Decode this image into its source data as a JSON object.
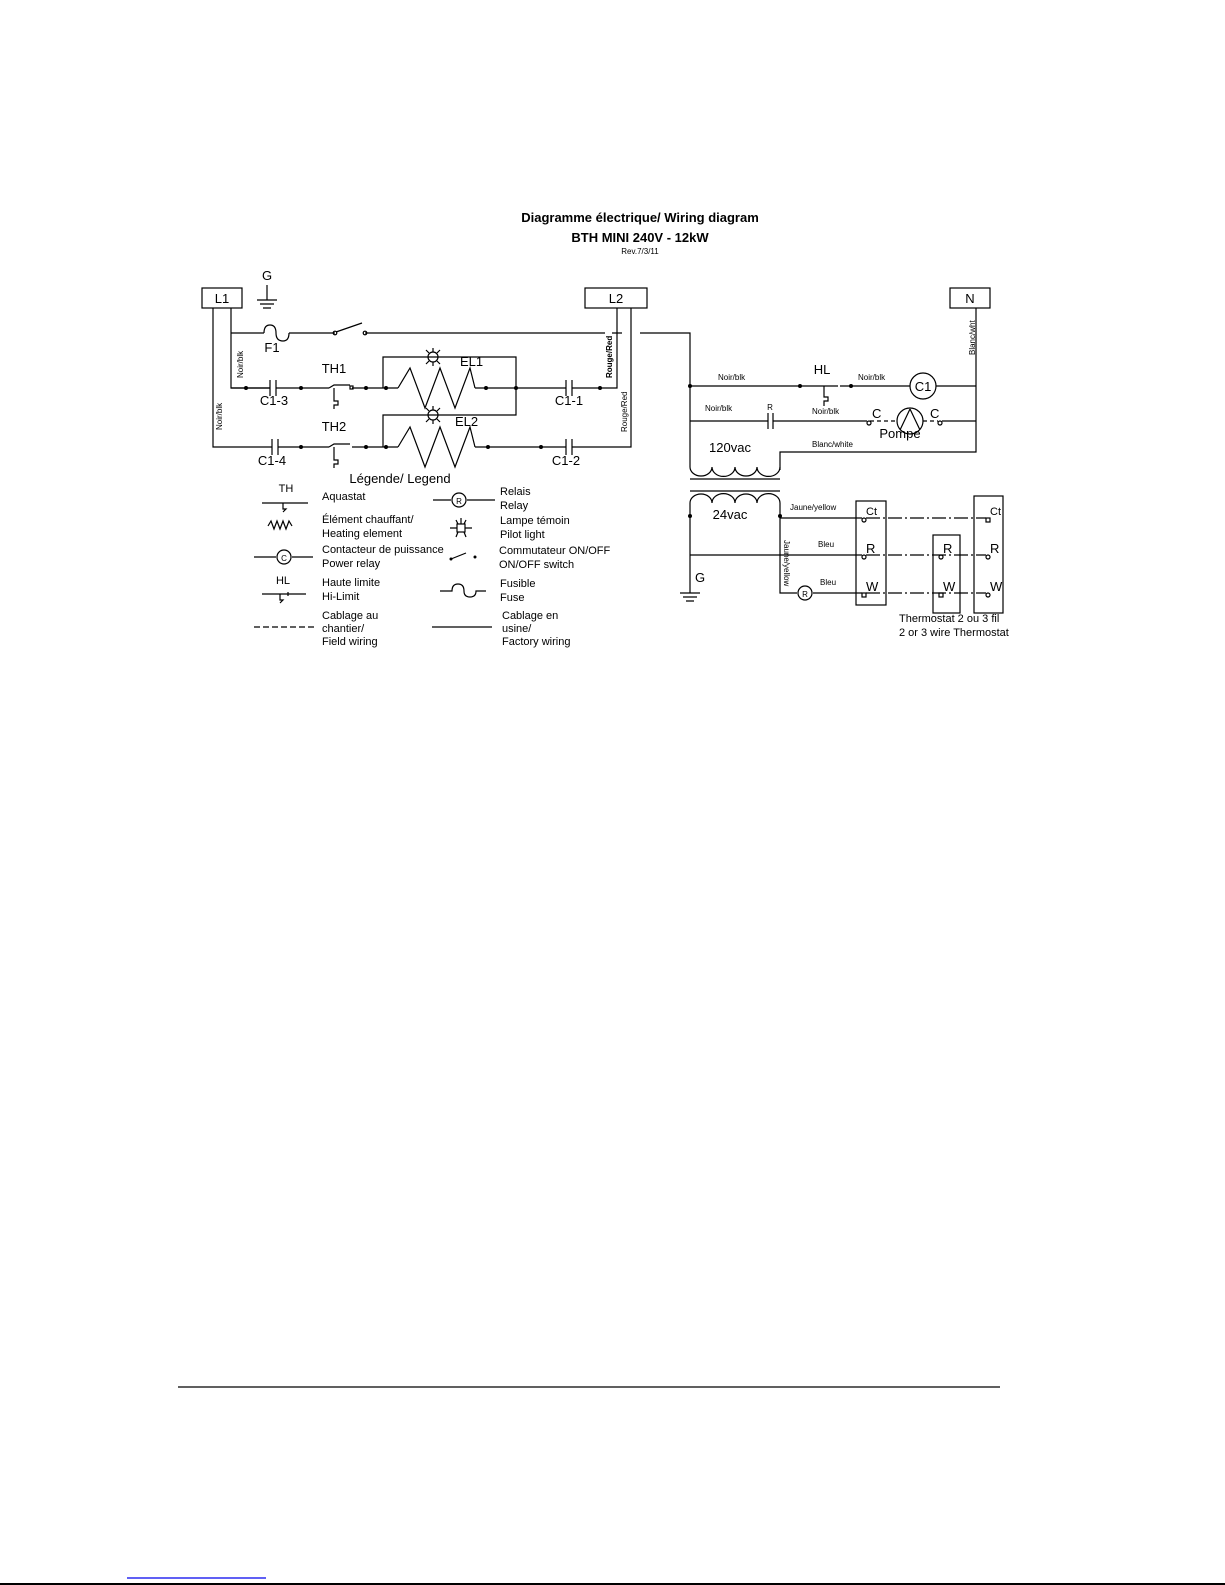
{
  "title": {
    "line1": "Diagramme électrique/ Wiring diagram",
    "line2": "BTH MINI 240V - 12kW",
    "revision": "Rev.7/3/11"
  },
  "terminals": {
    "l1": "L1",
    "l2": "L2",
    "n": "N",
    "ground": "G",
    "ground2": "G"
  },
  "components": {
    "fuse": "F1",
    "th1": "TH1",
    "th2": "TH2",
    "el1": "EL1",
    "el2": "EL2",
    "c13": "C1-3",
    "c11": "C1-1",
    "c14": "C1-4",
    "c12": "C1-2",
    "hl": "HL",
    "c1": "C1",
    "relay_contact": "R",
    "pump_c1": "C",
    "pump_c2": "C",
    "pump": "Pompe",
    "v120": "120vac",
    "v24": "24vac",
    "relay": "R"
  },
  "wires": {
    "noir1": "Noir/blk",
    "noir2": "Noir/blk",
    "rouge1": "Rouge/Red",
    "rouge2": "Rouge/Red",
    "blanc_wht": "Blanc/wht",
    "hl_noir1": "Noir/blk",
    "hl_noir2": "Noir/blk",
    "pump_noir1": "Noir/blk",
    "pump_noir2": "Noir/blk",
    "blanc_white": "Blanc/white",
    "jaune": "Jaune/yellow",
    "jaune_v": "Jaune/yellow",
    "bleu1": "Bleu",
    "bleu2": "Bleu"
  },
  "thermostat": {
    "ct1": "Ct",
    "r1": "R",
    "w1": "W",
    "r2": "R",
    "w2": "W",
    "ct3": "Ct",
    "r3": "R",
    "w3": "W",
    "caption1": "Thermostat 2 ou 3 fil",
    "caption2": "2 or 3 wire Thermostat"
  },
  "legend": {
    "heading": "Légende/ Legend",
    "th_symbol": "TH",
    "hl_symbol": "HL",
    "relay_symbol": "R",
    "contactor_symbol": "C",
    "items": [
      {
        "fr": "Aquastat",
        "en": ""
      },
      {
        "fr": "Élément chauffant/",
        "en": "Heating element"
      },
      {
        "fr": "Contacteur de puissance",
        "en": "Power relay"
      },
      {
        "fr": "Haute limite",
        "en": "Hi-Limit"
      },
      {
        "fr": "Cablage au",
        "fr2": "chantier/",
        "en": "Field wiring"
      },
      {
        "fr": "Relais",
        "en": "Relay"
      },
      {
        "fr": "Lampe témoin",
        "en": "Pilot light"
      },
      {
        "fr": "Commutateur ON/OFF",
        "en": "ON/OFF switch"
      },
      {
        "fr": "Fusible",
        "en": "Fuse"
      },
      {
        "fr": "Cablage en",
        "fr2": "usine/",
        "en": "Factory wiring"
      }
    ]
  }
}
